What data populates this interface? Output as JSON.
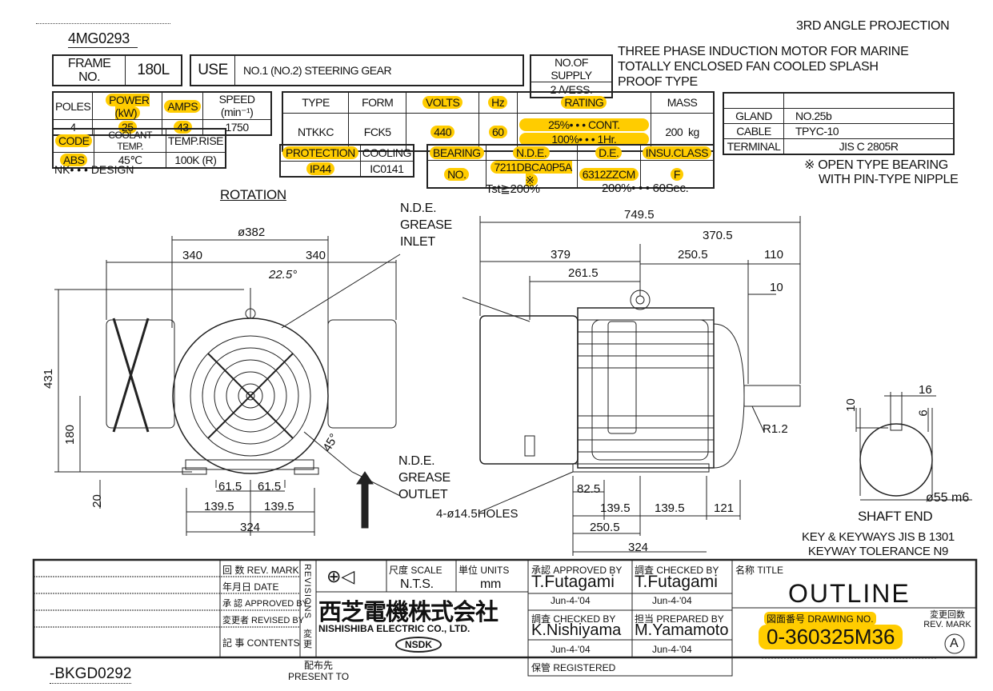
{
  "header": {
    "drawing_ref": "4MG0293",
    "projection": "3RD ANGLE PROJECTION",
    "description": [
      "THREE PHASE INDUCTION MOTOR FOR MARINE",
      "TOTALLY ENCLOSED FAN COOLED SPLASH",
      "PROOF TYPE"
    ]
  },
  "frame": {
    "label_1": "FRAME",
    "label_2": "NO.",
    "value": "180L"
  },
  "use": {
    "label": "USE",
    "value": "NO.1 (NO.2) STEERING GEAR"
  },
  "supply": {
    "label": "NO.OF SUPPLY",
    "value": "2 /VESS."
  },
  "ratings": {
    "headers": [
      "POLES",
      "POWER (kW)",
      "AMPS",
      "SPEED (min⁻¹)"
    ],
    "values": [
      "4",
      "25",
      "43",
      "1750"
    ]
  },
  "code": {
    "headers": [
      "CODE",
      "COOLANT TEMP.",
      "TEMP.RISE"
    ],
    "values": [
      "ABS",
      "45℃",
      "100K (R)"
    ],
    "note": "NK• • • DESIGN"
  },
  "type_table": {
    "headers": [
      "TYPE",
      "FORM",
      "VOLTS",
      "Hz",
      "RATING",
      "MASS"
    ],
    "type": "NTKKC",
    "form": "FCK5",
    "volts": "440",
    "hz": "60",
    "rating": [
      "25%• • • CONT.",
      "100%• • • 1Hr."
    ],
    "mass": "200",
    "mass_unit": "kg"
  },
  "protection": {
    "headers": [
      "PROTECTION",
      "COOLING"
    ],
    "values": [
      "IP44",
      "IC0141"
    ]
  },
  "bearing": {
    "label_1": "BEARING",
    "label_2": "NO.",
    "headers": [
      "N.D.E.",
      "D.E.",
      "INSU.CLASS"
    ],
    "values": [
      "7211DBCA0P5A ※",
      "6312ZZCM",
      "F"
    ],
    "note_1": "Tst≧200%",
    "note_2": "200%• • • 60Sec."
  },
  "gland": {
    "rows": [
      [
        "GLAND",
        "NO.25b"
      ],
      [
        "CABLE",
        "TPYC-10"
      ],
      [
        "TERMINAL",
        "JIS C 2805R"
      ]
    ],
    "note": [
      "※ OPEN TYPE BEARING",
      "WITH PIN-TYPE NIPPLE"
    ]
  },
  "drawing": {
    "rotation": "ROTATION",
    "nde_grease_inlet": [
      "N.D.E.",
      "GREASE",
      "INLET"
    ],
    "nde_grease_outlet": [
      "N.D.E.",
      "GREASE",
      "OUTLET"
    ],
    "dims": {
      "d382": "ø382",
      "w340a": "340",
      "w340b": "340",
      "ang225": "22.5°",
      "h431": "431",
      "h180": "180",
      "h20": "20",
      "ang45": "45°",
      "f615a": "61.5",
      "f615b": "61.5",
      "f1395a": "139.5",
      "f1395b": "139.5",
      "w324": "324",
      "holes": "4-ø14.5HOLES",
      "l7495": "749.5",
      "l379": "379",
      "l3705": "370.5",
      "l2505": "250.5",
      "l110": "110",
      "l2615": "261.5",
      "l10": "10",
      "r12": "R1.2",
      "l825": "82.5",
      "l1395c": "139.5",
      "l1395d": "139.5",
      "l121": "121",
      "l2505b": "250.5",
      "l324b": "324",
      "k16": "16",
      "k10": "10",
      "k6": "6",
      "d55": "ø55 m6"
    },
    "shaft_end": "SHAFT END",
    "key_note": [
      "KEY & KEYWAYS JIS B 1301",
      "KEYWAY TOLERANCE N9"
    ]
  },
  "title_block": {
    "rev_mark": "回 数 REV. MARK",
    "date": "年月日 DATE",
    "approved_by": "承 認 APPROVED BY",
    "revised_by": "変更者 REVISED BY",
    "contents": "記 事 CONTENTS",
    "revisions": "REVISIONS",
    "revisions_jp": "変更",
    "scale_label": "尺度 SCALE",
    "scale": "N.T.S.",
    "units_label": "単位 UNITS",
    "units": "mm",
    "company_jp": "西芝電機株式会社",
    "company_en": "NISHISHIBA ELECTRIC CO., LTD.",
    "logo": "NSDK",
    "approved_label": "承認 APPROVED BY",
    "approved": "T.Futagami",
    "approved_date": "Jun-4-'04",
    "checked_label": "調査 CHECKED BY",
    "checked": "T.Futagami",
    "checked_date": "Jun-4-'04",
    "checked2_label": "調査 CHECKED BY",
    "checked2": "K.Nishiyama",
    "checked2_date": "Jun-4-'04",
    "prepared_label": "担当 PREPARED BY",
    "prepared": "M.Yamamoto",
    "prepared_date": "Jun-4-'04",
    "title_label": "名称 TITLE",
    "title": "OUTLINE",
    "drawing_no_label": "図面番号 DRAWING NO.",
    "drawing_no": "0-360325M36",
    "rev_label": "変更回数 REV. MARK",
    "rev": "A",
    "registered": "保管 REGISTERED",
    "present_to": [
      "配布先",
      "PRESENT TO"
    ],
    "bottom_ref": "-BKGD0292"
  },
  "colors": {
    "highlight": "#ffcc00",
    "ink": "#111111"
  }
}
